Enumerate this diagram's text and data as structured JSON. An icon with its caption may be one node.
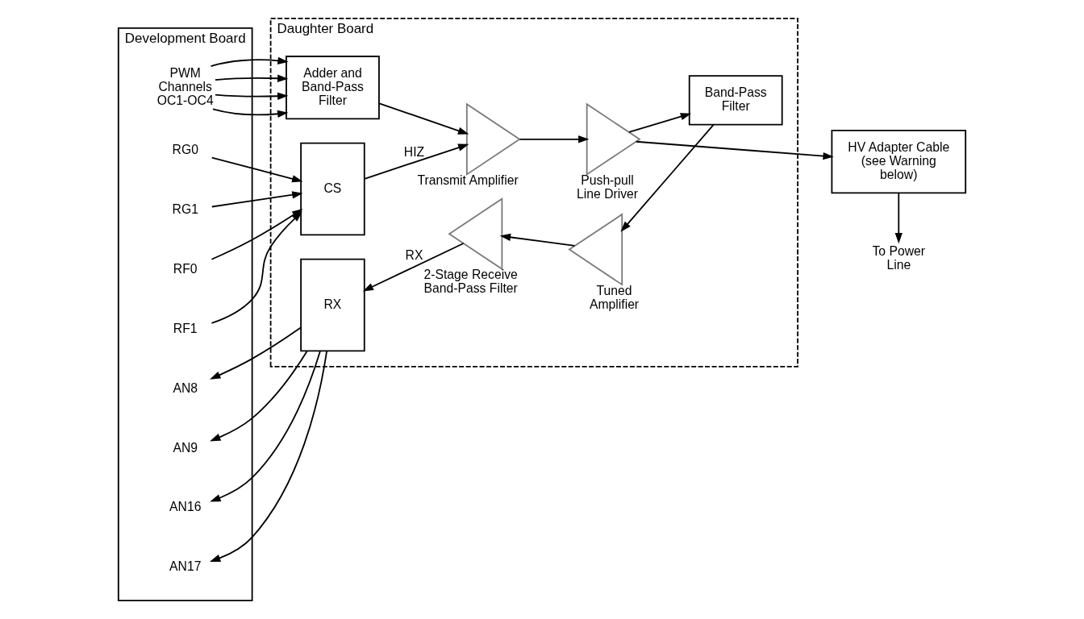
{
  "diagram": {
    "nodes": [
      {
        "text": [
          "Development Board"
        ]
      },
      {
        "text": [
          "PWM Channels OC1-OC4"
        ],
        "in": 0
      },
      {
        "text": [
          "RG0"
        ],
        "in": 0
      },
      {
        "text": [
          "RG1"
        ],
        "in": 0
      },
      {
        "text": [
          "RF0"
        ],
        "in": 0
      },
      {
        "text": [
          "RF1"
        ],
        "in": 0
      },
      {
        "text": [
          "AN8"
        ],
        "in": 0
      },
      {
        "text": [
          "AN9"
        ],
        "in": 0
      },
      {
        "text": [
          "AN16"
        ],
        "in": 0
      },
      {
        "text": [
          "AN17"
        ],
        "in": 0
      },
      {
        "text": [
          "Daughter Board"
        ]
      },
      {
        "text": [
          "Adder and Band-Pass Filter"
        ],
        "in": 10
      },
      {
        "text": [
          "Transmit Amplifier"
        ],
        "in": 10
      },
      {
        "text": [
          "Push-pull Line Driver"
        ],
        "in": 10
      },
      {
        "text": [
          "CS"
        ],
        "in": 10
      },
      {
        "text": [
          "RX"
        ],
        "in": 10
      },
      {
        "text": [
          "2-Stage Receive Band-Pass Filter"
        ],
        "in": 10
      },
      {
        "text": [
          "Tuned Amplifier"
        ],
        "in": 10
      },
      {
        "text": [
          "Band-Pass Filter"
        ],
        "in": 10
      },
      {
        "text": [
          "HV Adapter Cable (see Warning below)"
        ]
      },
      {
        "text": [
          "To Power Line"
        ]
      }
    ],
    "edges": [
      {
        "from": 1,
        "to": 11,
        "arrow": "to"
      },
      {
        "from": 1,
        "to": 11,
        "arrow": "to"
      },
      {
        "from": 1,
        "to": 11,
        "arrow": "to"
      },
      {
        "from": 1,
        "to": 11,
        "arrow": "to"
      },
      {
        "from": 2,
        "to": 14,
        "arrow": "to"
      },
      {
        "from": 3,
        "to": 14,
        "arrow": "to"
      },
      {
        "from": 4,
        "to": 14,
        "arrow": "to"
      },
      {
        "from": 5,
        "to": 14,
        "arrow": "to"
      },
      {
        "from": 14,
        "to": 12,
        "arrow": "to",
        "label": "HIZ"
      },
      {
        "from": 11,
        "to": 12,
        "arrow": "to"
      },
      {
        "from": 12,
        "to": 13,
        "arrow": "to"
      },
      {
        "from": 13,
        "to": 19,
        "arrow": "to"
      },
      {
        "from": 13,
        "to": 18,
        "arrow": "to"
      },
      {
        "from": 18,
        "to": 17,
        "arrow": "to"
      },
      {
        "from": 17,
        "to": 16,
        "arrow": "to"
      },
      {
        "from": 16,
        "to": 15,
        "arrow": "to",
        "label": "RX"
      },
      {
        "from": 15,
        "to": 6,
        "arrow": "to"
      },
      {
        "from": 15,
        "to": 7,
        "arrow": "to"
      },
      {
        "from": 15,
        "to": 8,
        "arrow": "to"
      },
      {
        "from": 15,
        "to": 9,
        "arrow": "to"
      },
      {
        "from": 19,
        "to": 20,
        "arrow": "to"
      }
    ]
  }
}
